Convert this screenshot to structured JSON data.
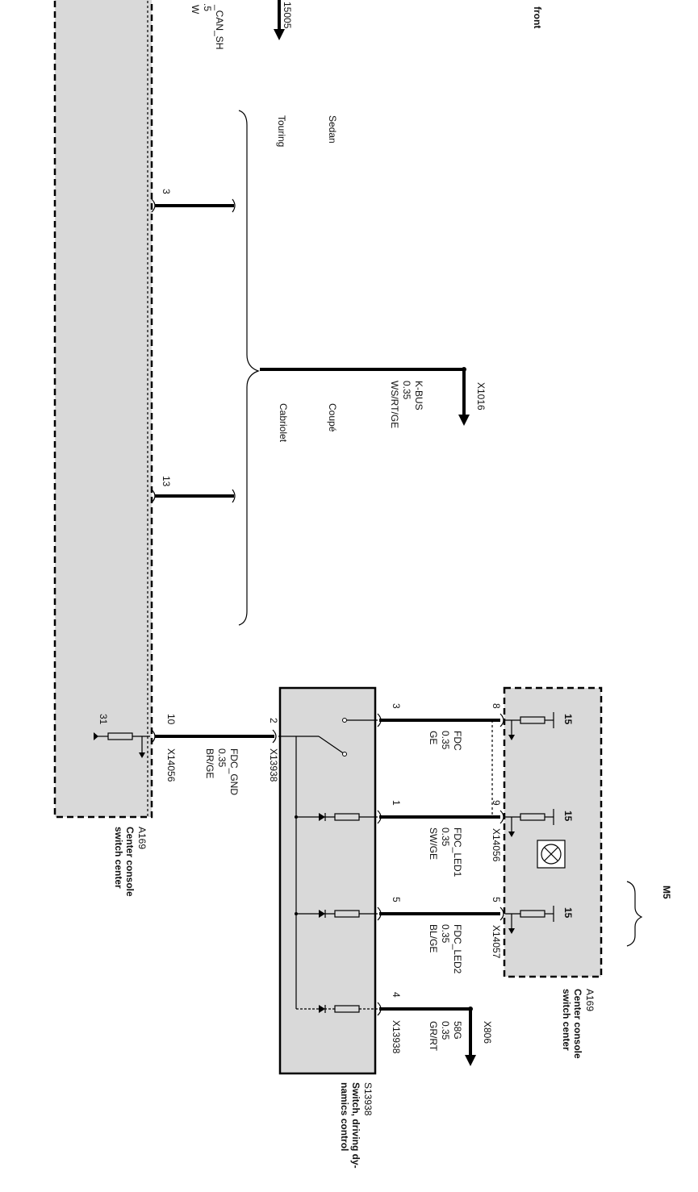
{
  "top": {
    "front": "front",
    "can_sh": "_CAN_SH",
    "val_5": ".5",
    "val_w": "W",
    "conn": "15005"
  },
  "variants": {
    "sedan": "Sedan",
    "touring": "Touring",
    "coupe": "Coupé",
    "cabriolet": "Cabriolet",
    "m5": "M5"
  },
  "pins_left": {
    "p3": "3",
    "p13": "13",
    "p10": "10",
    "p31": "31"
  },
  "kbus": {
    "connector": "X1016",
    "name": "K-BUS",
    "gauge": "0.35",
    "color": "WS/RT/GE"
  },
  "fdc_gnd": {
    "connector_a": "X14056",
    "connector_b": "X13938",
    "pin_b": "2",
    "name": "FDC_GND",
    "gauge": "0.35",
    "color": "BR/GE"
  },
  "a169_left": {
    "id": "A169",
    "desc1": "Center console",
    "desc2": "switch center"
  },
  "a169_right": {
    "id": "A169",
    "desc1": "Center console",
    "desc2": "switch center"
  },
  "switch": {
    "id": "S13938",
    "desc1": "Switch, driving dy-",
    "desc2": "namics control",
    "pin3": "3",
    "pin1": "1",
    "pin5": "5",
    "pin4": "4",
    "connector_bottom": "X13938"
  },
  "wires_right": {
    "fdc": {
      "name": "FDC",
      "gauge": "0.35",
      "color": "GE",
      "pin": "8"
    },
    "led1": {
      "name": "FDC_LED1",
      "gauge": "0.35",
      "color": "SW/GE",
      "pin": "9",
      "connector": "X14056"
    },
    "led2": {
      "name": "FDC_LED2",
      "gauge": "0.35",
      "color": "BL/GE",
      "pin": "5",
      "connector": "X14057"
    },
    "s58g": {
      "name": "58G",
      "gauge": "0.35",
      "color": "GR/RT",
      "connector": "X806"
    }
  },
  "term15": "15"
}
